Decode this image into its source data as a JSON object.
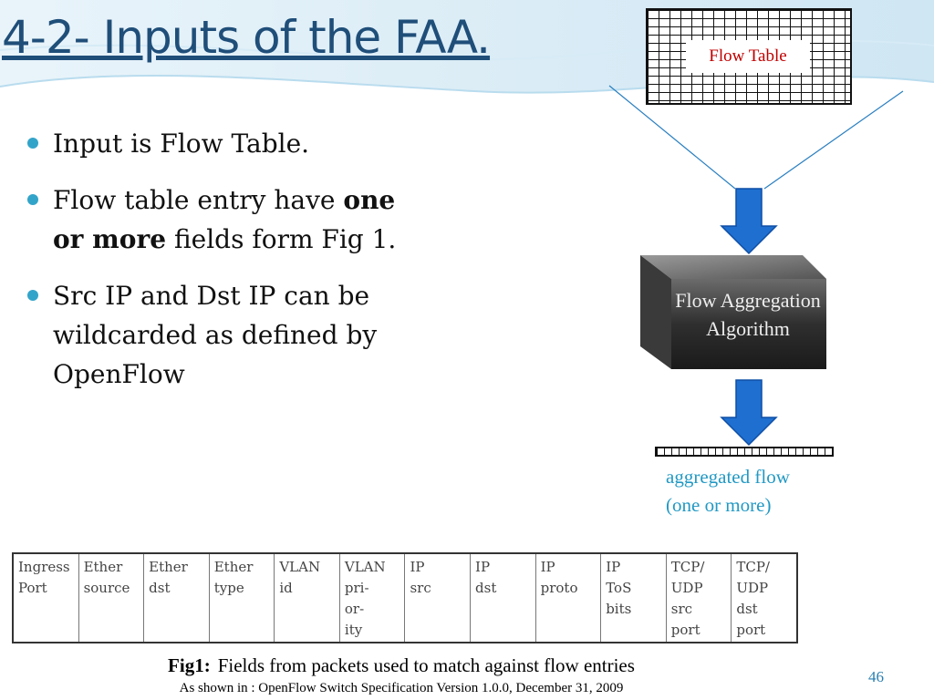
{
  "slide": {
    "title": "4-2- Inputs of the FAA.",
    "page_number": "46"
  },
  "bullets": {
    "b1": "Input is Flow Table.",
    "b2_pre": "Flow table entry have ",
    "b2_bold": "one or more",
    "b2_post": " fields form Fig 1.",
    "b3": "Src IP and Dst IP can be wildcarded as defined by OpenFlow"
  },
  "diagram": {
    "flow_table_label": "Flow Table",
    "algorithm_label": "Flow Aggregation Algorithm",
    "aggregated_label_line1": "aggregated flow",
    "aggregated_label_line2": "(one or more)",
    "arrow_color": "#1e6fd0",
    "accent_color": "#c00000"
  },
  "fig1": {
    "fields": [
      "Ingress\nPort",
      "Ether\nsource",
      "Ether\ndst",
      "Ether\ntype",
      "VLAN\nid",
      "VLAN\npri-\nor-\nity",
      "IP\nsrc",
      "IP\ndst",
      "IP\nproto",
      "IP\nToS\nbits",
      "TCP/\nUDP\nsrc\nport",
      "TCP/\nUDP\ndst\nport"
    ],
    "caption_label": "Fig1:",
    "caption_text": "Fields from packets used to match against flow entries",
    "source": "As shown in : OpenFlow Switch Specification Version 1.0.0, December 31, 2009"
  }
}
